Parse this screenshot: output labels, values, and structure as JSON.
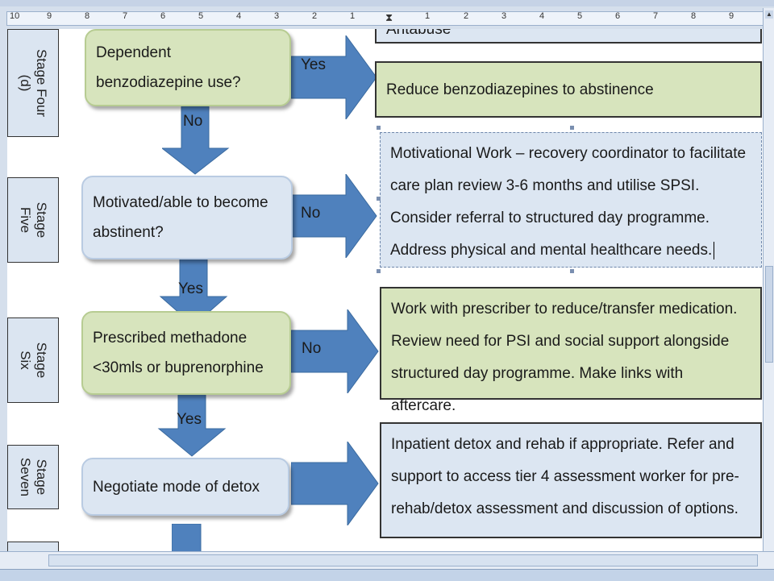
{
  "ruler": {
    "left_ticks": [
      "10",
      "9",
      "8",
      "7",
      "6",
      "5",
      "4",
      "3",
      "2",
      "1"
    ],
    "right_ticks": [
      "1",
      "2",
      "3",
      "4",
      "5",
      "6",
      "7",
      "8",
      "9"
    ]
  },
  "stages": {
    "four": "Stage Four\n(d)",
    "five": "Stage\nFive",
    "six": "Stage\nSix",
    "seven": "Stage\nSeven"
  },
  "decisions": {
    "benzo": "Dependent benzodiazepine use?",
    "motivated": "Motivated/able to become abstinent?",
    "methadone": "Prescribed methadone <30mls or buprenorphine",
    "detox": "Negotiate mode of detox"
  },
  "outcomes": {
    "top_partial": "Antabuse",
    "reduce_benzo": "Reduce benzodiazepines to abstinence",
    "motivational": "Motivational Work – recovery coordinator to facilitate care plan review 3-6 months and utilise SPSI.  Consider referral to structured day programme. Address physical and mental healthcare needs.",
    "prescriber": "Work with prescriber to reduce/transfer medication. Review need for PSI and social support alongside structured day programme.  Make links with aftercare.",
    "inpatient": "Inpatient detox and rehab if appropriate.  Refer and support to access tier 4 assessment worker for pre-rehab/detox assessment and discussion of options."
  },
  "labels": {
    "yes": "Yes",
    "no": "No"
  },
  "colors": {
    "arrow": "#4f81bd",
    "green_fill": "#d7e4bd",
    "blue_fill": "#dce6f2"
  }
}
